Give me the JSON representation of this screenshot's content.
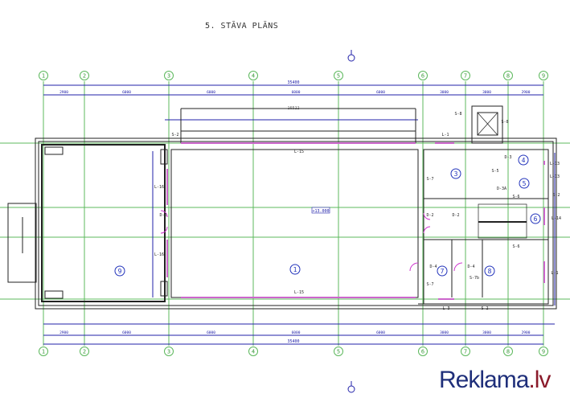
{
  "title": "5. STĀVA PLĀNS",
  "logo": {
    "name": "Reklama",
    "tld": ".lv"
  },
  "axes": [
    "1",
    "2",
    "3",
    "4",
    "5",
    "6",
    "7",
    "8",
    "9"
  ],
  "dims_top_total": "35400",
  "dims_top": [
    "2900",
    "6000",
    "6000",
    "6000",
    "6000",
    "3000",
    "3000",
    "2900"
  ],
  "dims_bottom": [
    "2900",
    "6000",
    "6000",
    "6000",
    "6000",
    "3000",
    "3000",
    "2900"
  ],
  "dims_bottom_total": "35400",
  "canopy_dim": "16522",
  "level_mark": "+13.000",
  "rooms": [
    "1",
    "3",
    "4",
    "5",
    "6",
    "7",
    "8",
    "9"
  ],
  "labels": {
    "l15_top": "L-15",
    "l15_bottom": "L-15",
    "l16_a": "L-16",
    "l16_b": "L-16",
    "l1_top": "L-1",
    "l1_right": "L-1",
    "l3": "L-3",
    "l13_a": "L-13",
    "l13_b": "L-13",
    "l14": "L-14",
    "s2_top": "S-2",
    "s2_right": "S-2",
    "s2_bottom": "S-2",
    "s7_a": "S-7",
    "s7_b": "S-7",
    "s6_a": "S-6",
    "s6_b": "S-6",
    "s8_a": "S-8",
    "s8_b": "S-8",
    "s5": "S-5",
    "s7b": "S-7b",
    "d2_a": "D-2",
    "d2_b": "D-2",
    "d2_c": "D-2",
    "d4_a": "D-4",
    "d4_b": "D-4",
    "d3": "D-3",
    "d3a": "D-3A"
  },
  "colors": {
    "grid": "#5cb85c",
    "dim": "#2222aa",
    "wall": "#222222",
    "window": "#cc66cc",
    "room": "#2233bb"
  }
}
